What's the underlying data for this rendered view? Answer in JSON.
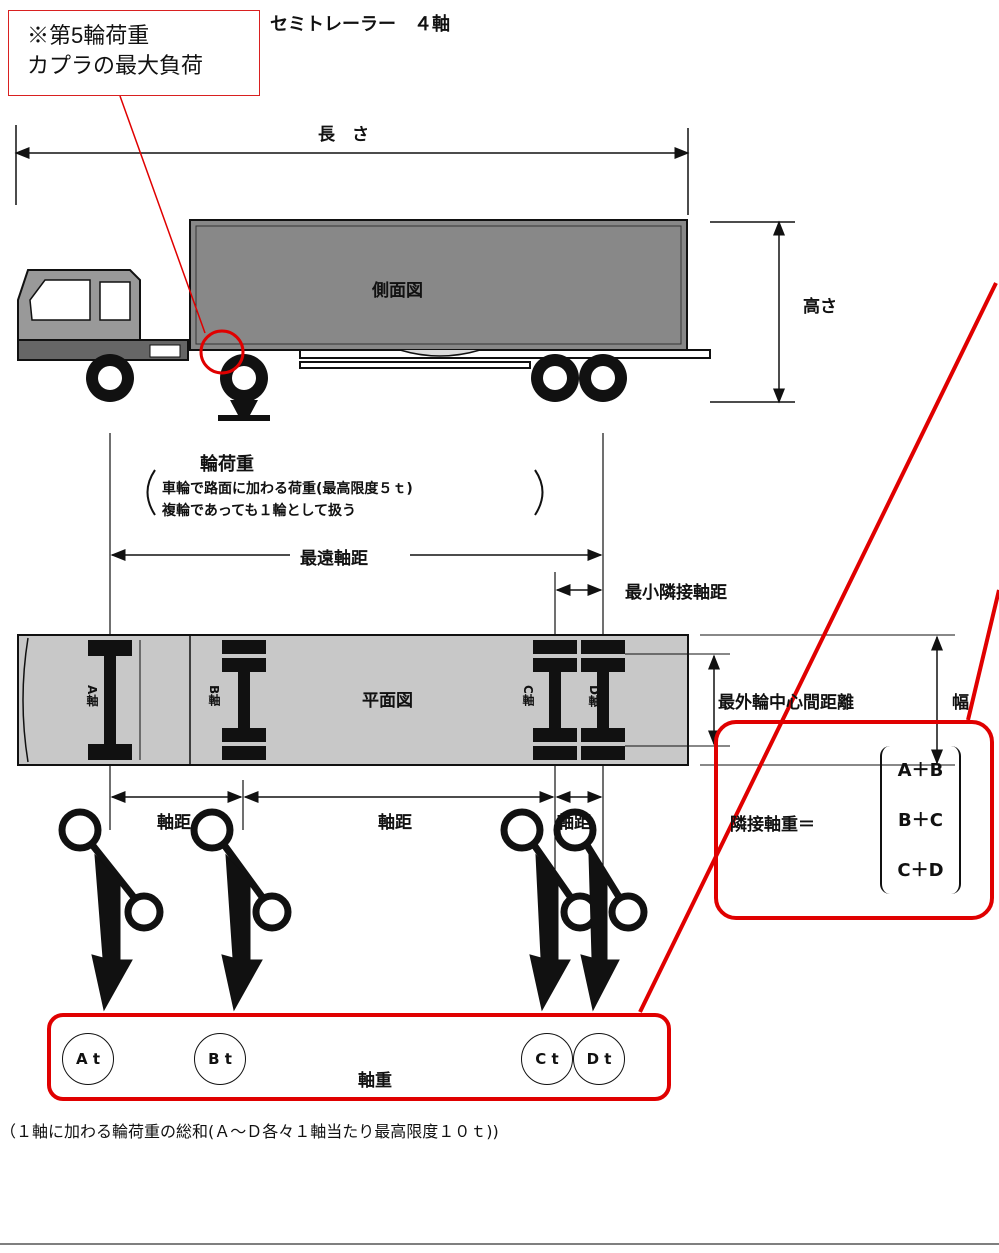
{
  "title": "セミトレーラー　４軸",
  "callout": {
    "line1": "※第5輪荷重",
    "line2": "カプラの最大負荷"
  },
  "dimensions": {
    "length": "長　さ",
    "height": "高さ",
    "max_axle_distance": "最遠軸距",
    "min_adjacent_axle_distance": "最小隣接軸距",
    "outer_wheel_center_distance": "最外輪中心間距離",
    "width": "幅",
    "axle_distance_1": "軸距",
    "axle_distance_2": "軸距",
    "axle_distance_3": "軸距"
  },
  "views": {
    "side": "側面図",
    "plan": "平面図"
  },
  "wheel_load": {
    "title": "輪荷重",
    "line1": "車輪で路面に加わる荷重(最高限度５ｔ)",
    "line2": "複輪であっても１輪として扱う"
  },
  "axles": {
    "a": "A軸",
    "b": "B軸",
    "c": "C軸",
    "d": "D軸"
  },
  "axle_weights": {
    "a": "A t",
    "b": "B t",
    "c": "C t",
    "d": "D t",
    "label": "軸重"
  },
  "adjacent_axle_weight": {
    "label": "隣接軸重＝",
    "items": [
      "A＋B",
      "B＋C",
      "C＋D"
    ]
  },
  "footer": "（１軸に加わる輪荷重の総和(Ａ～Ｄ各々１軸当たり最高限度１０ｔ))",
  "colors": {
    "highlight": "#e00000",
    "body_gray": "#888888",
    "plan_gray": "#c8c8c8"
  }
}
